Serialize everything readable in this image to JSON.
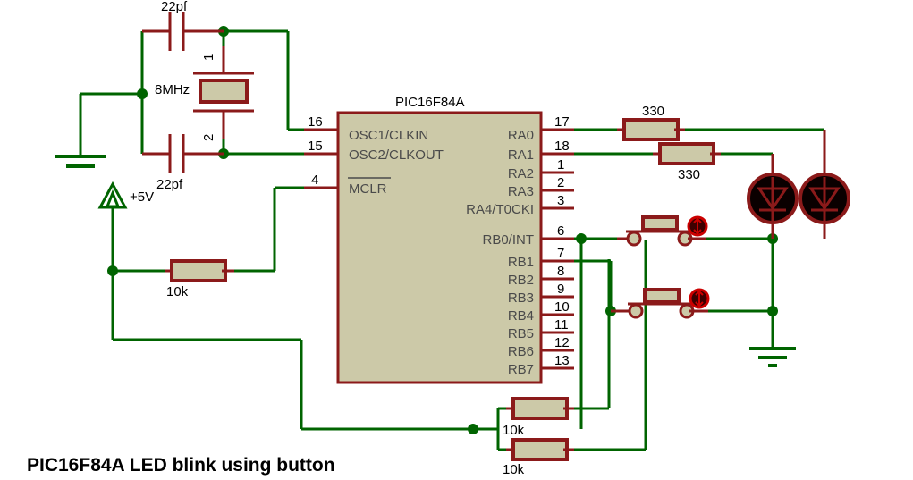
{
  "title": "PIC16F84A LED blink using button",
  "colors": {
    "wire": "#006400",
    "lead": "#8b1a1a",
    "body": "#ccc9a8",
    "background": "#ffffff",
    "text": "#000000",
    "pin_label": "#4a4a4a"
  },
  "ic": {
    "name": "PIC16F84A",
    "left_pins": [
      {
        "num": "16",
        "label": "OSC1/CLKIN",
        "overline": false
      },
      {
        "num": "15",
        "label": "OSC2/CLKOUT",
        "overline": false
      },
      {
        "num": "4",
        "label": "MCLR",
        "overline": true
      }
    ],
    "right_pins": [
      {
        "num": "17",
        "label": "RA0"
      },
      {
        "num": "18",
        "label": "RA1"
      },
      {
        "num": "1",
        "label": "RA2"
      },
      {
        "num": "2",
        "label": "RA3"
      },
      {
        "num": "3",
        "label": "RA4/T0CKI"
      },
      {
        "num": "6",
        "label": "RB0/INT"
      },
      {
        "num": "7",
        "label": "RB1"
      },
      {
        "num": "8",
        "label": "RB2"
      },
      {
        "num": "9",
        "label": "RB3"
      },
      {
        "num": "10",
        "label": "RB4"
      },
      {
        "num": "11",
        "label": "RB5"
      },
      {
        "num": "12",
        "label": "RB6"
      },
      {
        "num": "13",
        "label": "RB7"
      }
    ]
  },
  "components": {
    "crystal": {
      "value": "8MHz",
      "pin1": "1",
      "pin2": "2"
    },
    "cap_top": {
      "value": "22pf"
    },
    "cap_bottom": {
      "value": "22pf"
    },
    "res_pullup": {
      "value": "10k"
    },
    "res_led1": {
      "value": "330"
    },
    "res_led2": {
      "value": "330"
    },
    "res_btn1": {
      "value": "10k"
    },
    "res_btn2": {
      "value": "10k"
    },
    "power": {
      "label": "+5V"
    }
  },
  "icons": {
    "ground": "ground-symbol",
    "power": "power-rail-triangle",
    "led": "led-symbol",
    "button": "push-button-symbol",
    "capacitor": "capacitor-symbol",
    "crystal": "crystal-symbol",
    "resistor": "resistor-symbol"
  }
}
